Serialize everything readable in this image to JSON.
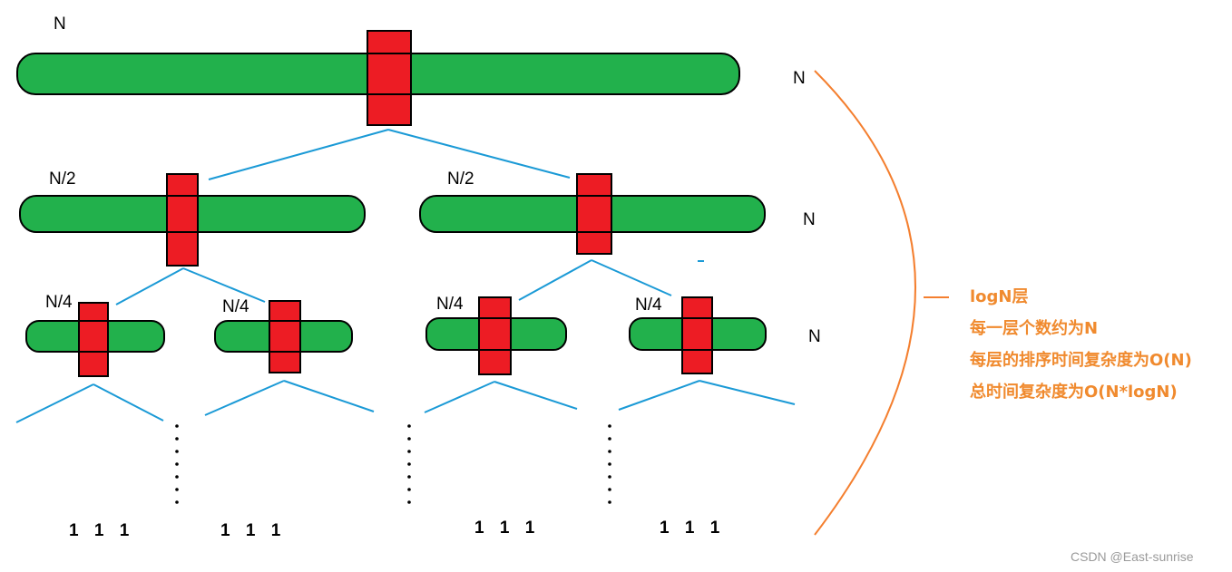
{
  "colors": {
    "bar_fill": "#22b14c",
    "pivot_fill": "#ed1c24",
    "outline": "#000000",
    "tree_line": "#1b9ad6",
    "brace": "#f47f2f",
    "notes": "#f08a2e",
    "watermark": "#9a9a9a"
  },
  "size_labels": {
    "root": "N",
    "left_half": "N/2",
    "right_half": "N/2",
    "quarter_1": "N/4",
    "quarter_2": "N/4",
    "quarter_3": "N/4",
    "quarter_4": "N/4"
  },
  "level_counts": {
    "level_1": "N",
    "level_2": "N",
    "level_3": "N"
  },
  "leaves": {
    "group_1": "1 1 1",
    "group_2": "1 1 1",
    "group_3": "1 1 1",
    "group_4": "1 1 1"
  },
  "notes": {
    "line_1": "logN层",
    "line_2": "每一层个数约为N",
    "line_3": "每层的排序时间复杂度为O(N)",
    "line_4": "总时间复杂度为O(N*logN)"
  },
  "watermark": "CSDN @East-sunrise"
}
